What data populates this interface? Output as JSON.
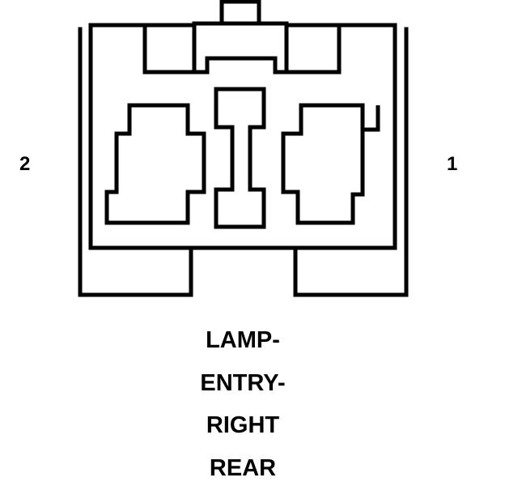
{
  "diagram": {
    "pin_labels": {
      "left": "2",
      "right": "1"
    },
    "caption_lines": [
      "LAMP-",
      "ENTRY-",
      "RIGHT",
      "REAR"
    ],
    "line_color": "#000000",
    "background_color": "#ffffff"
  }
}
